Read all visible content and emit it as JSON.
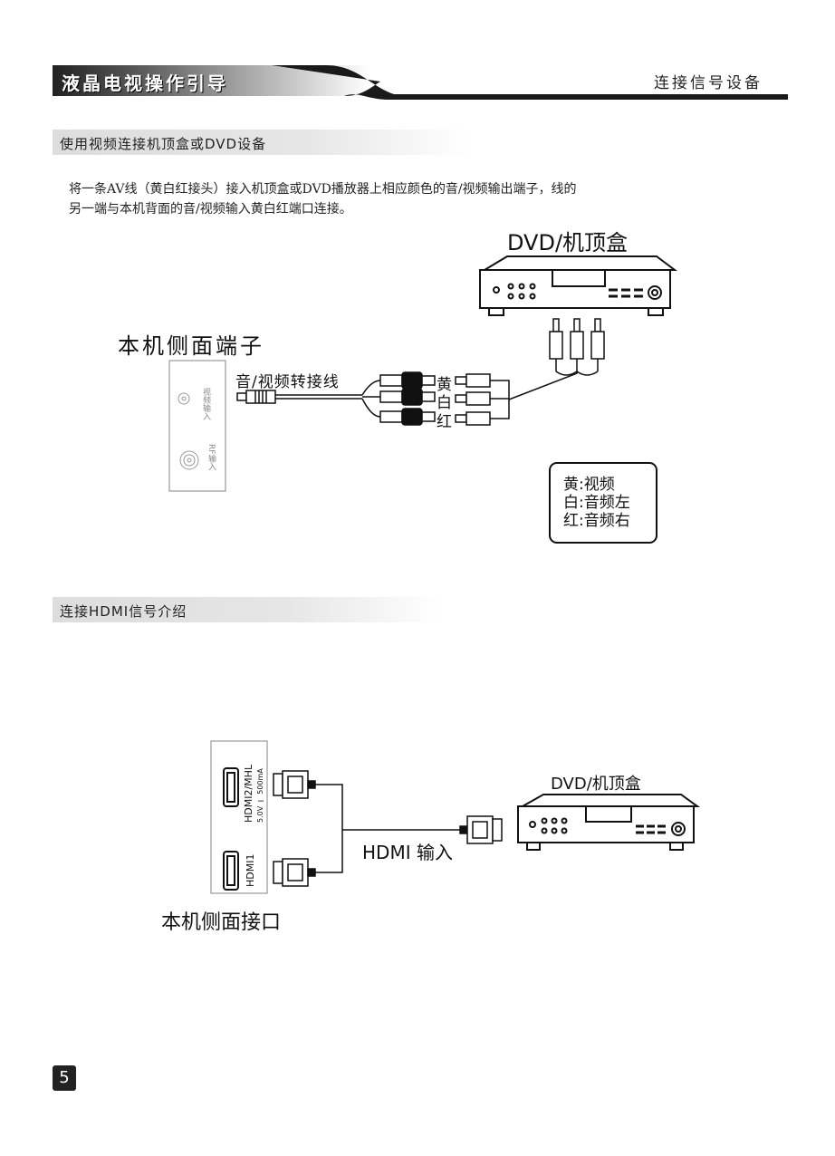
{
  "header": {
    "title": "液晶电视操作引导",
    "section_name": "连接信号设备"
  },
  "section1": {
    "heading": "使用视频连接机顶盒或DVD设备",
    "paragraph_line1": "将一条AV线（黄白红接头）接入机顶盒或DVD播放器上相应颜色的音/视频输出端子，线的",
    "paragraph_line2": "另一端与本机背面的音/视频输入黄白红端口连接。",
    "dvd_label": "DVD/机顶盒",
    "tv_side_label": "本机侧面端子",
    "cable_label": "音/视频转接线",
    "port_video_label": "视频输入",
    "port_rf_label": "RF输入",
    "plug_yellow": "黄",
    "plug_white": "白",
    "plug_red": "红",
    "legend": [
      "黄:视频",
      "白:音频左",
      "红:音频右"
    ]
  },
  "section2": {
    "heading": "连接HDMI信号介绍",
    "port_hdmi2_label": "HDMI2/MHL",
    "port_hdmi2_spec": "5.0V ⎓ 500mA",
    "port_hdmi1_label": "HDMI1",
    "dvd_label": "DVD/机顶盒",
    "hdmi_input_label": "HDMI 输入",
    "tv_side_label": "本机侧面接口"
  },
  "page_number": "5"
}
